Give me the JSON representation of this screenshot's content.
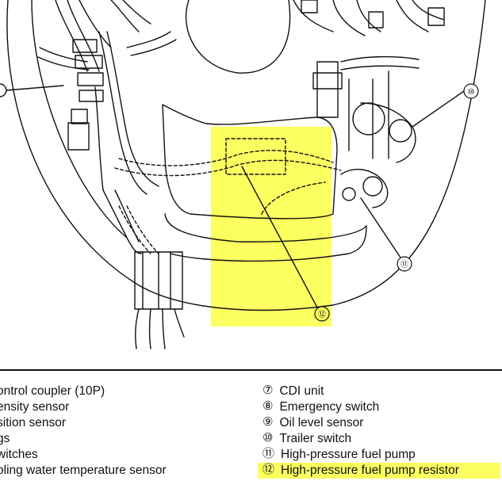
{
  "callouts": {
    "c10": "⑩",
    "c11": "⑪",
    "c12": "⑫"
  },
  "legend_left": [
    {
      "text": "ontrol coupler (10P)"
    },
    {
      "text": "ensity sensor"
    },
    {
      "text": "sition sensor"
    },
    {
      "text": "gs"
    },
    {
      "text": "witches"
    },
    {
      "text": "oling water temperature sensor"
    }
  ],
  "legend_right": [
    {
      "num": "⑦",
      "text": "CDI unit"
    },
    {
      "num": "⑧",
      "text": "Emergency switch"
    },
    {
      "num": "⑨",
      "text": "Oil level sensor"
    },
    {
      "num": "⑩",
      "text": "Trailer switch"
    },
    {
      "num": "⑪",
      "text": "High-pressure fuel pump"
    },
    {
      "num": "⑫",
      "text": "High-pressure fuel pump resistor"
    }
  ],
  "colors": {
    "highlight": "#fbff60",
    "line": "#111111"
  }
}
